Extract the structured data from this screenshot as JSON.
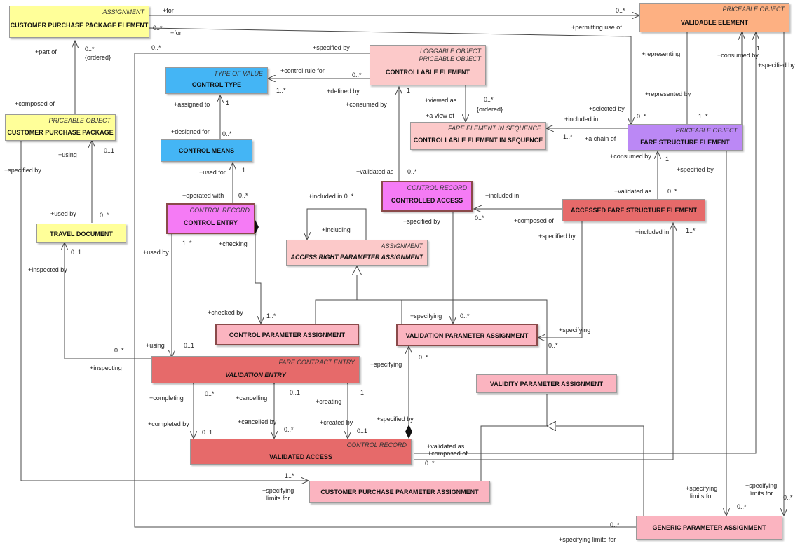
{
  "colors": {
    "yellow": "#ffff99",
    "blue": "#44b5f5",
    "orange": "#fdb082",
    "pink_light": "#fcc9c9",
    "pink": "#fbb4c0",
    "magenta": "#f57bf5",
    "purple": "#bb88f5",
    "red": "#e66a6a",
    "line": "#4a4a4a"
  },
  "boxes": {
    "customer_purchase_package_element": {
      "stereotype": "ASSIGNMENT",
      "name": "CUSTOMER PURCHASE PACKAGE ELEMENT"
    },
    "validable_element": {
      "stereotype": "PRICEABLE OBJECT",
      "name": "VALIDABLE ELEMENT"
    },
    "controllable_element": {
      "stereotype": "LOGGABLE OBJECT\nPRICEABLE OBJECT",
      "name": "CONTROLLABLE ELEMENT"
    },
    "control_type": {
      "stereotype": "TYPE OF VALUE",
      "name": "CONTROL TYPE"
    },
    "customer_purchase_package": {
      "stereotype": "PRICEABLE OBJECT",
      "name": "CUSTOMER PURCHASE PACKAGE"
    },
    "controllable_element_in_sequence": {
      "stereotype": "FARE ELEMENT IN SEQUENCE",
      "name": "CONTROLLABLE ELEMENT IN SEQUENCE"
    },
    "fare_structure_element": {
      "stereotype": "PRICEABLE OBJECT",
      "name": "FARE STRUCTURE ELEMENT"
    },
    "control_means": {
      "name": "CONTROL MEANS"
    },
    "controlled_access": {
      "stereotype": "CONTROL RECORD",
      "name": "CONTROLLED ACCESS"
    },
    "accessed_fare_structure_element": {
      "name": "ACCESSED FARE STRUCTURE ELEMENT"
    },
    "control_entry": {
      "stereotype": "CONTROL RECORD",
      "name": "CONTROL ENTRY"
    },
    "travel_document": {
      "name": "TRAVEL DOCUMENT"
    },
    "access_right_parameter_assignment": {
      "stereotype": "ASSIGNMENT",
      "name": "ACCESS RIGHT PARAMETER ASSIGNMENT"
    },
    "control_parameter_assignment": {
      "name": "CONTROL PARAMETER ASSIGNMENT"
    },
    "validation_parameter_assignment": {
      "name": "VALIDATION PARAMETER ASSIGNMENT"
    },
    "validation_entry": {
      "stereotype": "FARE CONTRACT ENTRY",
      "name": "VALIDATION ENTRY"
    },
    "validity_parameter_assignment": {
      "name": "VALIDITY PARAMETER ASSIGNMENT"
    },
    "validated_access": {
      "stereotype": "CONTROL RECORD",
      "name": "VALIDATED ACCESS"
    },
    "customer_purchase_parameter_assignment": {
      "name": "CUSTOMER PURCHASE PARAMETER ASSIGNMENT"
    },
    "generic_parameter_assignment": {
      "name": "GENERIC PARAMETER ASSIGNMENT"
    }
  },
  "labels": [
    "+for",
    "0..*",
    "0..*",
    "+for",
    "+permitting use of",
    "0..*",
    "+part of",
    "0..*",
    "{ordered}",
    "+specified by",
    "0..*",
    "+control rule for",
    "1..*",
    "+defined by",
    "+consumed by",
    "+representing",
    "+consumed by",
    "1",
    "+specified by",
    "+represented by",
    "+composed of",
    "+assigned to",
    "1",
    "+viewed as",
    "0..*",
    "+a view of",
    "{ordered}",
    "1",
    "+selected by",
    "0..*",
    "+included in",
    "1..*",
    "1..*",
    "+a chain of",
    "+designed for",
    "0..*",
    "+using",
    "0..1",
    "+specified by",
    "+used for",
    "1",
    "+consumed by",
    "1",
    "+specified by",
    "+validated as",
    "0..*",
    "+included in",
    "+validated as",
    "0..*",
    "+operated with",
    "0..*",
    "+included in 0..*",
    "+used by",
    "0..*",
    "+including",
    "0..*",
    "+composed of",
    "+specified by",
    "+specified by",
    "+included in",
    "1..*",
    "+used by",
    "1..*",
    "+checking",
    "0..1",
    "+inspected by",
    "+checked by",
    "1..*",
    "+specifying",
    "0..*",
    "+specifying",
    "0..*",
    "+using",
    "0..1",
    "0..*",
    "+inspecting",
    "+specifying",
    "0..*",
    "+completing",
    "0..*",
    "+cancelling",
    "0..1",
    "1",
    "+creating",
    "+completed by",
    "0..1",
    "+cancelled by",
    "0..*",
    "+created by",
    "0..1",
    "+specified by",
    "+validated as",
    "+composed of",
    "0..*",
    "1..*",
    "+specifying\nlimits for",
    "+specifying\nlimits for",
    "+specifying\nlimits for",
    "0..*",
    "0..*",
    "0..*",
    "+specifying limits for"
  ]
}
